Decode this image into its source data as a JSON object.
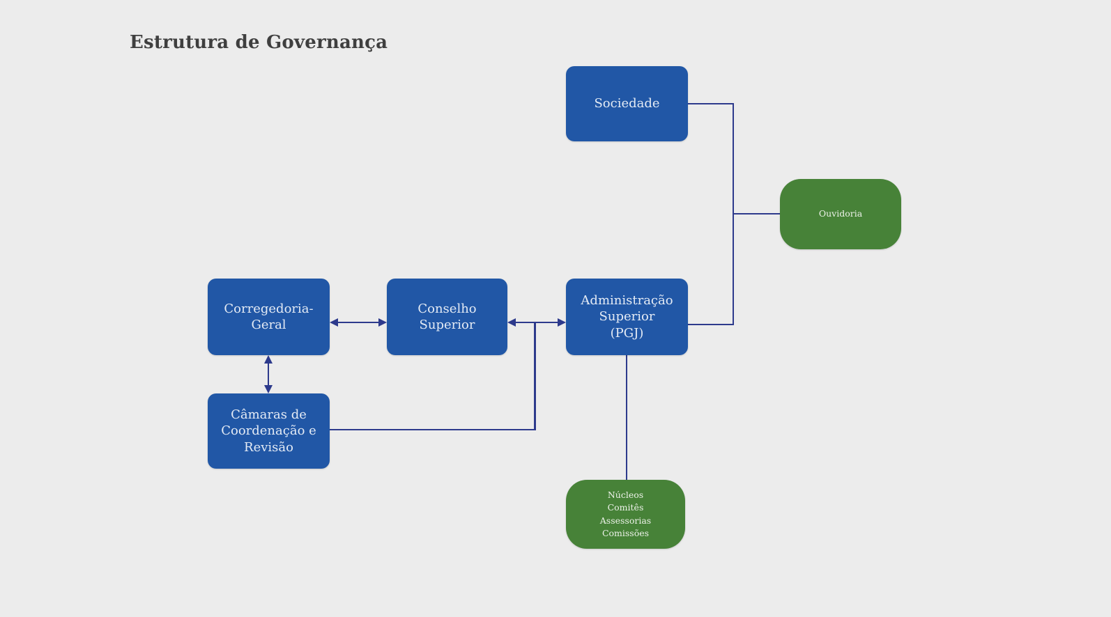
{
  "title": "Estrutura de Governança",
  "colors": {
    "background": "#ECECEC",
    "node_blue": "#2157A6",
    "node_green": "#478238",
    "connector": "#2D3A8C",
    "title_text": "#3F3F3F",
    "node_text_blue": "#E4EBF5",
    "node_text_green": "#EDF2E9"
  },
  "nodes": {
    "sociedade": {
      "label": "Sociedade",
      "color": "blue"
    },
    "ouvidoria": {
      "label": "Ouvidoria",
      "color": "green"
    },
    "corregedoria": {
      "label": [
        "Corregedoria-",
        "Geral"
      ],
      "color": "blue"
    },
    "conselho": {
      "label": [
        "Conselho",
        "Superior"
      ],
      "color": "blue"
    },
    "administracao": {
      "label": [
        "Administração",
        "Superior",
        "(PGJ)"
      ],
      "color": "blue"
    },
    "camaras": {
      "label": [
        "Câmaras de",
        "Coordenação e",
        "Revisão"
      ],
      "color": "blue"
    },
    "nucleos": {
      "label": [
        "Núcleos",
        "Comitês",
        "Assessorias",
        "Comissões"
      ],
      "color": "green"
    }
  },
  "edges": [
    {
      "from": "sociedade",
      "to": "administracao",
      "style": "elbow",
      "arrows": "none"
    },
    {
      "from": "sociedade",
      "to": "ouvidoria",
      "style": "branch",
      "arrows": "none"
    },
    {
      "from": "corregedoria",
      "to": "conselho",
      "style": "straight",
      "arrows": "both"
    },
    {
      "from": "conselho",
      "to": "administracao",
      "style": "straight",
      "arrows": "both"
    },
    {
      "from": "corregedoria",
      "to": "camaras",
      "style": "straight",
      "arrows": "both"
    },
    {
      "from": "camaras",
      "to": "conselho",
      "style": "elbow",
      "arrows": "end"
    },
    {
      "from": "administracao",
      "to": "nucleos",
      "style": "straight",
      "arrows": "none"
    }
  ]
}
